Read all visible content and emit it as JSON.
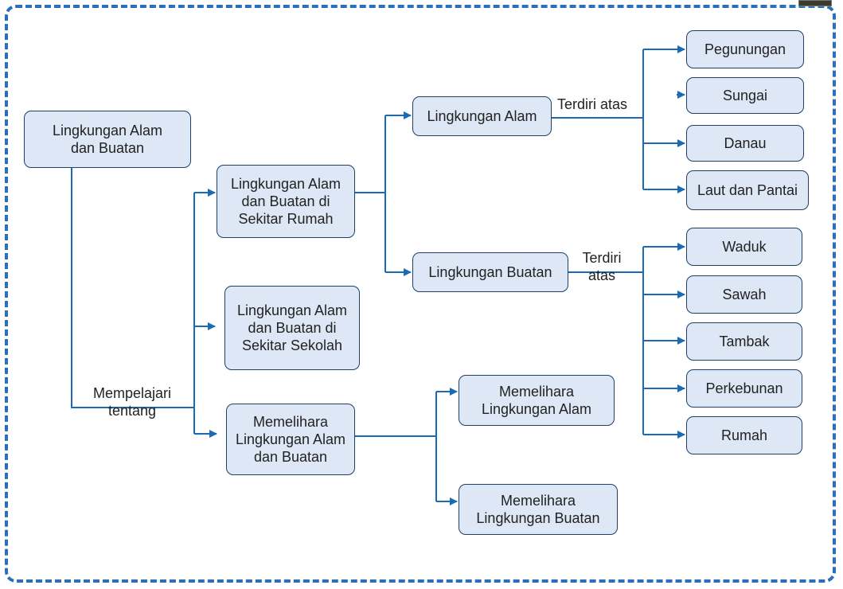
{
  "colors": {
    "frame": "#2a6fb8",
    "connector": "#1a6bb5",
    "box_fill": "#dde7f5",
    "box_border": "#1f3f66"
  },
  "nodes": {
    "root": "Lingkungan Alam dan Buatan",
    "sekitar_rumah": "Lingkungan Alam dan Buatan di Sekitar Rumah",
    "sekitar_sekolah": "Lingkungan Alam dan Buatan di Sekitar Sekolah",
    "memelihara": "Memelihara Lingkungan Alam dan Buatan",
    "lingkungan_alam": "Lingkungan Alam",
    "lingkungan_buatan": "Lingkungan Buatan",
    "memelihara_alam": "Memelihara Lingkungan Alam",
    "memelihara_buatan": "Memelihara Lingkungan Buatan",
    "alam_items": [
      "Pegunungan",
      "Sungai",
      "Danau",
      "Laut dan Pantai"
    ],
    "buatan_items": [
      "Waduk",
      "Sawah",
      "Tambak",
      "Perkebunan",
      "Rumah"
    ]
  },
  "edge_labels": {
    "mempelajari": "Mempelajari tentang",
    "terdiri_alam": "Terdiri atas",
    "terdiri_buatan": "Terdiri atas"
  }
}
